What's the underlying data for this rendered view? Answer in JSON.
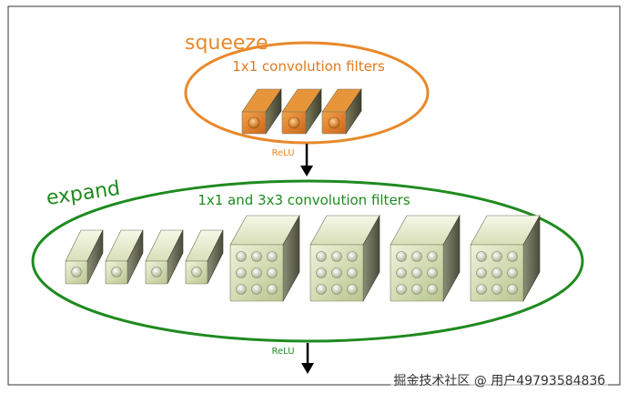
{
  "diagram": {
    "squeeze": {
      "title": "squeeze",
      "subtitle": "1x1 convolution filters",
      "activation": "ReLU",
      "filter_count": 3,
      "color": "#e8892b"
    },
    "expand": {
      "title": "expand",
      "subtitle": "1x1 and 3x3 convolution filters",
      "activation": "ReLU",
      "filters_1x1_count": 4,
      "filters_3x3_count": 4,
      "color": "#1f8a1f"
    },
    "colors": {
      "squeeze_cube": "#d97a22",
      "expand_cube": "#c7d3a2",
      "arrow": "#000000",
      "frame": "#444444"
    }
  },
  "watermark": "掘金技术社区 @ 用户4979358483б"
}
